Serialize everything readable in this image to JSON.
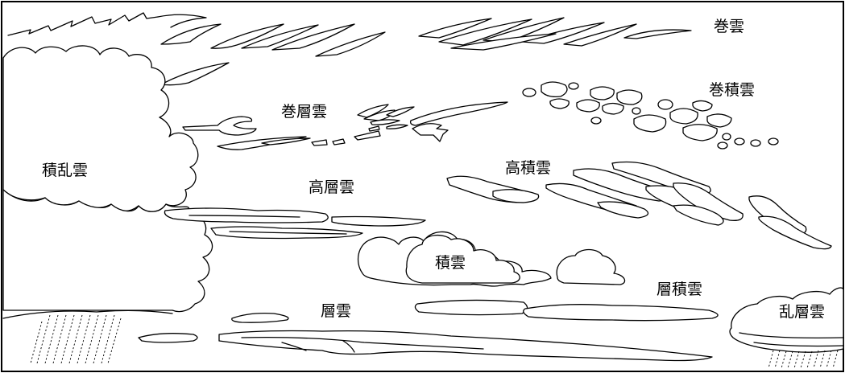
{
  "diagram": {
    "clouds": [
      {
        "key": "cirrus",
        "label": "巻雲"
      },
      {
        "key": "cirrocumulus",
        "label": "巻積雲"
      },
      {
        "key": "cirrostratus",
        "label": "巻層雲"
      },
      {
        "key": "cumulonimbus",
        "label": "積乱雲"
      },
      {
        "key": "altocumulus",
        "label": "高積雲"
      },
      {
        "key": "altostratus",
        "label": "高層雲"
      },
      {
        "key": "cumulus",
        "label": "積雲"
      },
      {
        "key": "stratocumulus",
        "label": "層積雲"
      },
      {
        "key": "stratus",
        "label": "層雲"
      },
      {
        "key": "nimbostratus",
        "label": "乱層雲"
      }
    ],
    "colors": {
      "ink": "#000000",
      "paper": "#ffffff"
    }
  }
}
